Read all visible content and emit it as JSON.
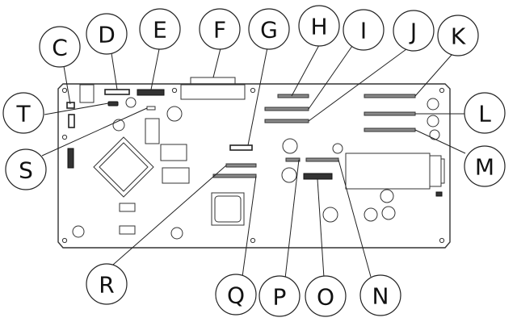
{
  "diagram": {
    "title": "Circuit board connector layout",
    "callouts": [
      {
        "id": "C",
        "label": "C"
      },
      {
        "id": "D",
        "label": "D"
      },
      {
        "id": "E",
        "label": "E"
      },
      {
        "id": "F",
        "label": "F"
      },
      {
        "id": "G",
        "label": "G"
      },
      {
        "id": "H",
        "label": "H"
      },
      {
        "id": "I",
        "label": "I"
      },
      {
        "id": "J",
        "label": "J"
      },
      {
        "id": "K",
        "label": "K"
      },
      {
        "id": "L",
        "label": "L"
      },
      {
        "id": "M",
        "label": "M"
      },
      {
        "id": "N",
        "label": "N"
      },
      {
        "id": "O",
        "label": "O"
      },
      {
        "id": "P",
        "label": "P"
      },
      {
        "id": "Q",
        "label": "Q"
      },
      {
        "id": "R",
        "label": "R"
      },
      {
        "id": "S",
        "label": "S"
      },
      {
        "id": "T",
        "label": "T"
      }
    ]
  }
}
